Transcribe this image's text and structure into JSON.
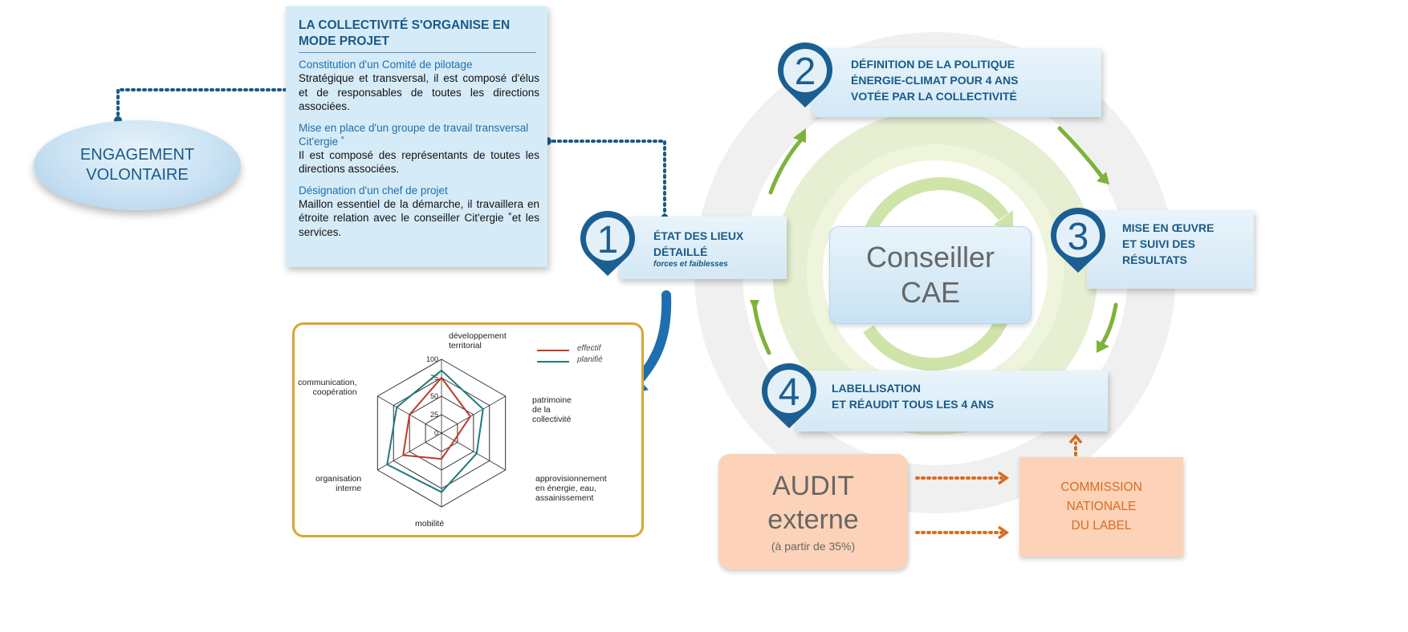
{
  "engagement": {
    "line1": "ENGAGEMENT",
    "line2": "VOLONTAIRE"
  },
  "projet": {
    "title_line1": "LA COLLECTIVITÉ S'ORGANISE EN",
    "title_line2": "MODE PROJET",
    "sections": [
      {
        "heading": "Constitution d'un Comité de pilotage",
        "text": "Stratégique et transversal, il est composé d'élus et de responsables de toutes les directions associées."
      },
      {
        "heading": "Mise en place d'un groupe de travail transversal Cit'ergie ˚",
        "text": "Il est composé des représentants de toutes les directions associées."
      },
      {
        "heading": "Désignation d'un chef de projet",
        "text": "Maillon essentiel de la démarche, il travaillera en étroite relation avec le conseiller Cit'ergie ˚et les services."
      }
    ]
  },
  "steps": {
    "s1": {
      "num": "1",
      "line1": "ÉTAT DES LIEUX",
      "line2": "DÉTAILLÉ",
      "small": "forces et faiblesses"
    },
    "s2": {
      "num": "2",
      "line1": "DÉFINITION DE LA POLITIQUE",
      "line2": "ÉNERGIE-CLIMAT POUR 4 ANS",
      "line3": "VOTÉE PAR LA COLLECTIVITÉ"
    },
    "s3": {
      "num": "3",
      "line1": "MISE EN ŒUVRE",
      "line2": "ET SUIVI DES",
      "line3": "RÉSULTATS"
    },
    "s4": {
      "num": "4",
      "line1": "LABELLISATION",
      "line2": "ET RÉAUDIT TOUS LES 4 ANS"
    }
  },
  "conseiller": {
    "line1": "Conseiller",
    "line2": "CAE"
  },
  "audit": {
    "line1": "AUDIT",
    "line2": "externe",
    "line3": "(à partir de 35%)"
  },
  "commission": {
    "line1": "COMMISSION",
    "line2": "NATIONALE",
    "line3": "DU LABEL"
  },
  "colors": {
    "accent": "#1a5a86",
    "pin": "#1b5f92",
    "arrow_green": "#7db33a",
    "audit_fill": "#fcd3b8",
    "orange_text": "#d96b1f",
    "frame": "#d9a633"
  },
  "chart_data": {
    "type": "radar",
    "axes": [
      "développement territorial",
      "patrimoine de la collectivité",
      "approvisionnement en énergie, eau, assainissement",
      "mobilité",
      "organisation interne",
      "communication, coopération"
    ],
    "ticks": [
      "0",
      "25",
      "50",
      "75",
      "100"
    ],
    "ylim": [
      0,
      100
    ],
    "series": [
      {
        "name": "effectif",
        "color": "#c0392b",
        "values": [
          75,
          45,
          20,
          35,
          60,
          50
        ]
      },
      {
        "name": "planifié",
        "color": "#1e7b7b",
        "values": [
          85,
          65,
          55,
          80,
          85,
          70
        ]
      }
    ],
    "labels": {
      "a0": "développement\nterritorial",
      "a1": "patrimoine\nde la\ncollectivité",
      "a2": "approvisionnement\nen énergie, eau,\nassainissement",
      "a3": "mobilité",
      "a4": "organisation\ninterne",
      "a5": "communication,\ncoopération"
    }
  }
}
